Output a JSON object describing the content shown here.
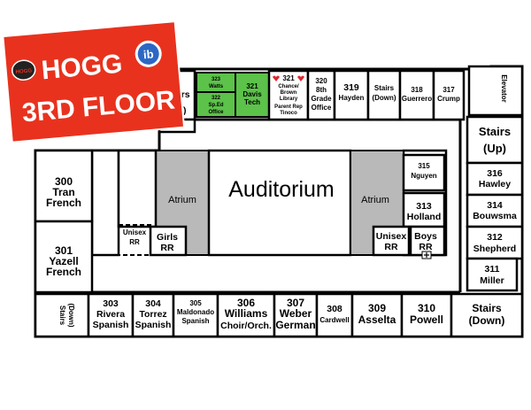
{
  "banner": {
    "school": "HOGG",
    "floor": "3RD FLOOR",
    "badge": "ib",
    "colors": {
      "red": "#e8321e",
      "white": "#ffffff",
      "blue": "#2d67c4"
    }
  },
  "colors": {
    "green_room": "#5cc24a",
    "atrium": "#b9b9b9",
    "outline": "#000000",
    "heart": "#e0262d"
  },
  "rooms": {
    "stairs_up_top": [
      "Stairs",
      "(Up)"
    ],
    "r323": [
      "323",
      "Watts"
    ],
    "r322": [
      "322",
      "Sp.Ed",
      "Office"
    ],
    "r321_davis": [
      "321",
      "Davis",
      "Tech"
    ],
    "r321_library": [
      "321",
      "Chance/",
      "Brown",
      "Library",
      "Parent Rep",
      "Tinoco"
    ],
    "r320": [
      "320",
      "8th",
      "Grade",
      "Office"
    ],
    "r319": [
      "319",
      "Hayden"
    ],
    "stairs_down_top": [
      "Stairs",
      "(Down)"
    ],
    "r318": [
      "318",
      "Guerrero"
    ],
    "r317": [
      "317",
      "Crump"
    ],
    "elevator": "Elevator",
    "stairs_up_right": [
      "Stairs",
      "(Up)"
    ],
    "r316": [
      "316",
      "Hawley"
    ],
    "r314": [
      "314",
      "Bouwsma"
    ],
    "r312": [
      "312",
      "Shepherd"
    ],
    "r311": [
      "311",
      "Miller"
    ],
    "r315": [
      "315",
      "Nguyen"
    ],
    "r313": [
      "313",
      "Holland"
    ],
    "unisex_rr_right": [
      "Unisex",
      "RR"
    ],
    "boys_rr": [
      "Boys",
      "RR"
    ],
    "auditorium": "Auditorium",
    "atrium_left": "Atrium",
    "atrium_right": "Atrium",
    "unisex_rr_left": [
      "Unisex",
      "RR"
    ],
    "girls_rr": [
      "Girls",
      "RR"
    ],
    "r300": [
      "300",
      "Tran",
      "French"
    ],
    "r301": [
      "301",
      "Yazell",
      "French"
    ],
    "stairs_down_bl": [
      "Stairs",
      "(Down)"
    ],
    "r303": [
      "303",
      "Rivera",
      "Spanish"
    ],
    "r304": [
      "304",
      "Torrez",
      "Spanish"
    ],
    "r305": [
      "305",
      "Maldonado",
      "Spanish"
    ],
    "r306": [
      "306",
      "Williams",
      "Choir/Orch."
    ],
    "r307": [
      "307",
      "Weber",
      "German"
    ],
    "r308": [
      "308",
      "Cardwell"
    ],
    "r309": [
      "309",
      "Asselta"
    ],
    "r310": [
      "310",
      "Powell"
    ],
    "stairs_down_br": [
      "Stairs",
      "(Down)"
    ]
  }
}
